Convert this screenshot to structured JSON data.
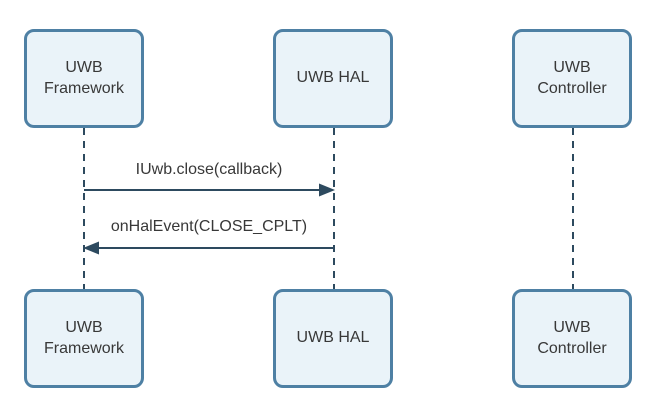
{
  "colors": {
    "box_fill": "#eaf3f9",
    "box_border": "#4e80a4",
    "line": "#2d4a5f",
    "text": "#383838",
    "bg": "#ffffff"
  },
  "diagram_type": "sequence-diagram",
  "actors": [
    {
      "id": "uwb-framework",
      "label": "UWB Framework"
    },
    {
      "id": "uwb-hal",
      "label": "UWB HAL"
    },
    {
      "id": "uwb-controller",
      "label": "UWB Controller"
    }
  ],
  "messages": [
    {
      "label": "IUwb.close(callback)",
      "from": "uwb-framework",
      "to": "uwb-hal",
      "direction": "right"
    },
    {
      "label": "onHalEvent(CLOSE_CPLT)",
      "from": "uwb-hal",
      "to": "uwb-framework",
      "direction": "left"
    }
  ]
}
